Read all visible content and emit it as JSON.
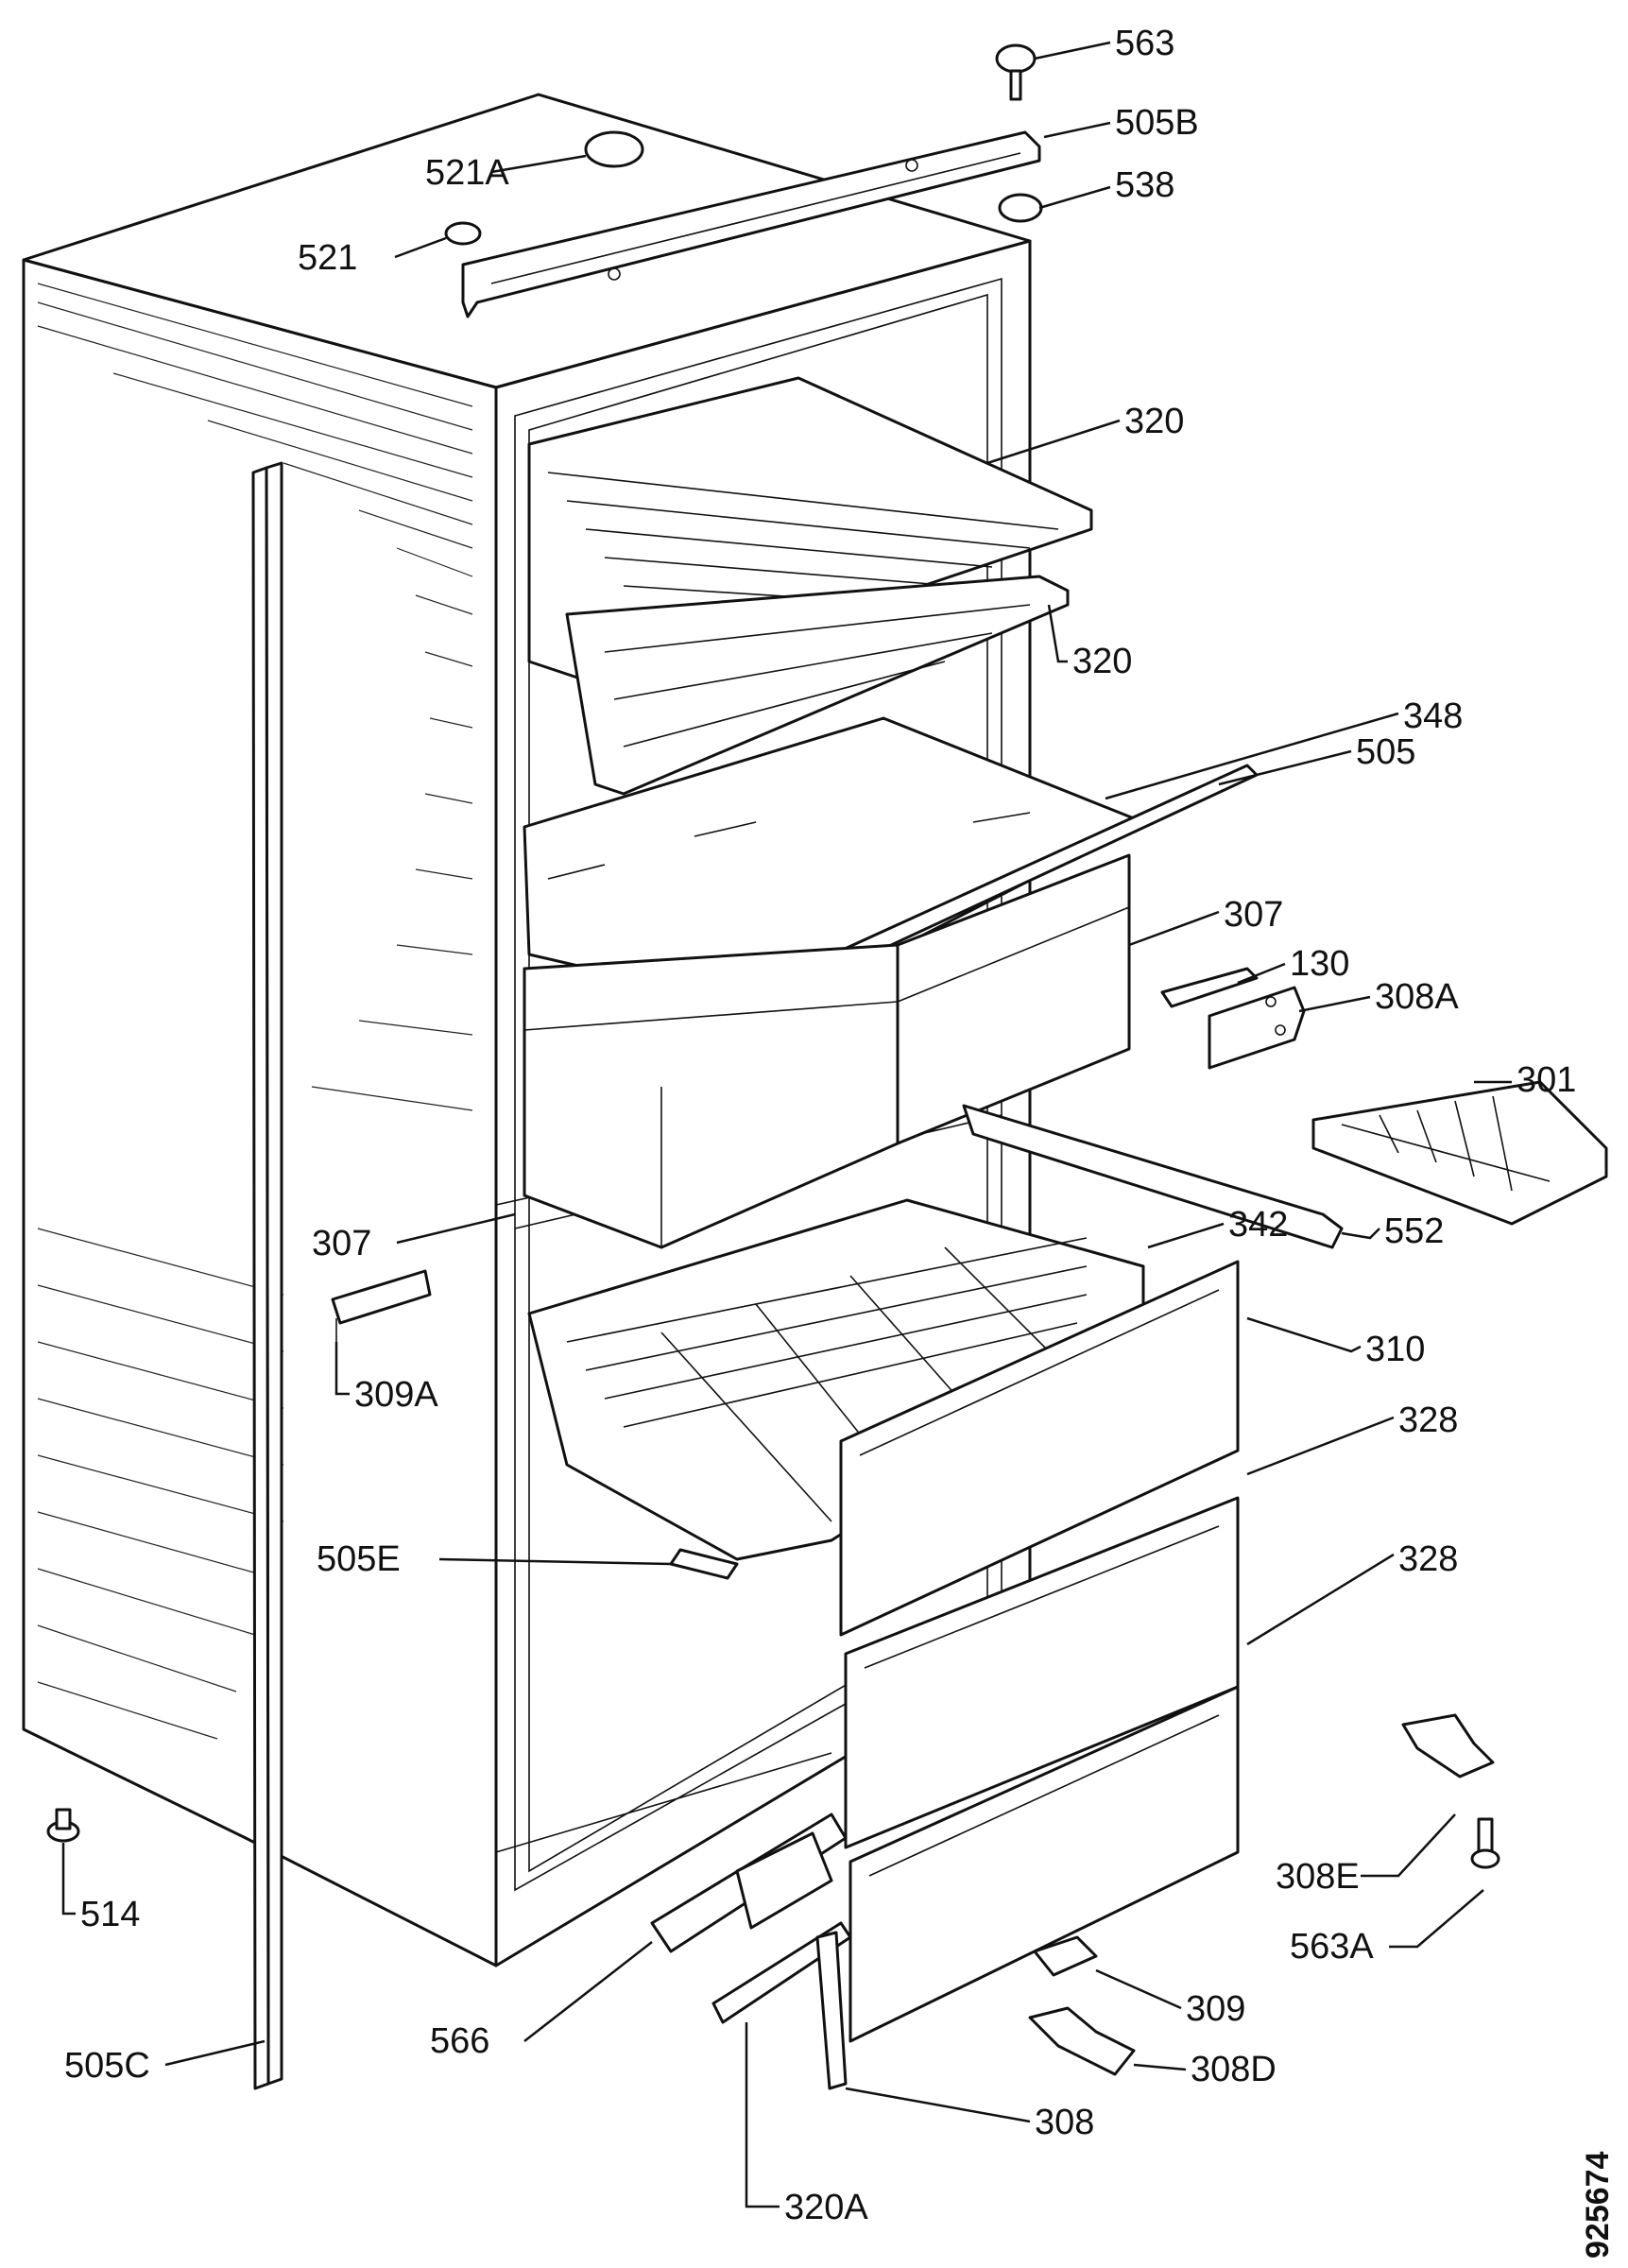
{
  "reference_code": "925674",
  "part_labels": {
    "p563": "563",
    "p505B": "505B",
    "p521A": "521A",
    "p538": "538",
    "p521": "521",
    "p320_top": "320",
    "p320_second": "320",
    "p348": "348",
    "p505": "505",
    "p307_right": "307",
    "p130": "130",
    "p308A": "308A",
    "p301": "301",
    "p307_left": "307",
    "p342": "342",
    "p552": "552",
    "p310": "310",
    "p309A": "309A",
    "p328_upper": "328",
    "p505E": "505E",
    "p328_lower": "328",
    "p308E": "308E",
    "p563A": "563A",
    "p514": "514",
    "p309": "309",
    "p566": "566",
    "p505C": "505C",
    "p308D": "308D",
    "p308": "308",
    "p320A": "320A"
  }
}
